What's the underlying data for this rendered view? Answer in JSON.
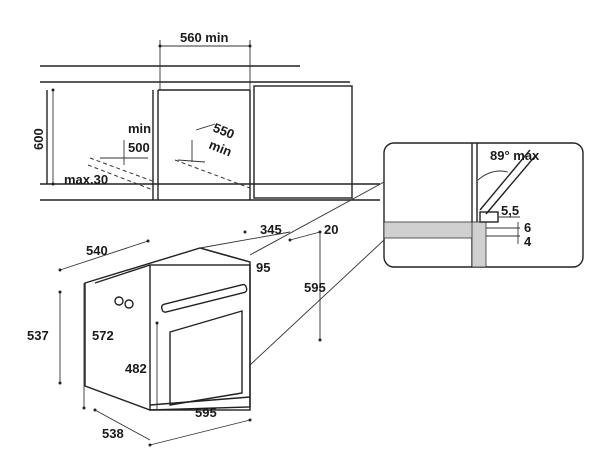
{
  "cabinet_labels": {
    "width_min": "560 min",
    "height": "600",
    "min_word": "min",
    "value_500": "500",
    "value_550": "550",
    "min_word_2": "min",
    "max_30": "max.30"
  },
  "detail_labels": {
    "angle": "89° max",
    "v55": "5,5",
    "v6": "6",
    "v4": "4"
  },
  "oven_labels": {
    "v540": "540",
    "v345": "345",
    "v20": "20",
    "v95": "95",
    "v595_right": "595",
    "v537": "537",
    "v572": "572",
    "v482": "482",
    "v595_bottom": "595",
    "v538": "538"
  }
}
